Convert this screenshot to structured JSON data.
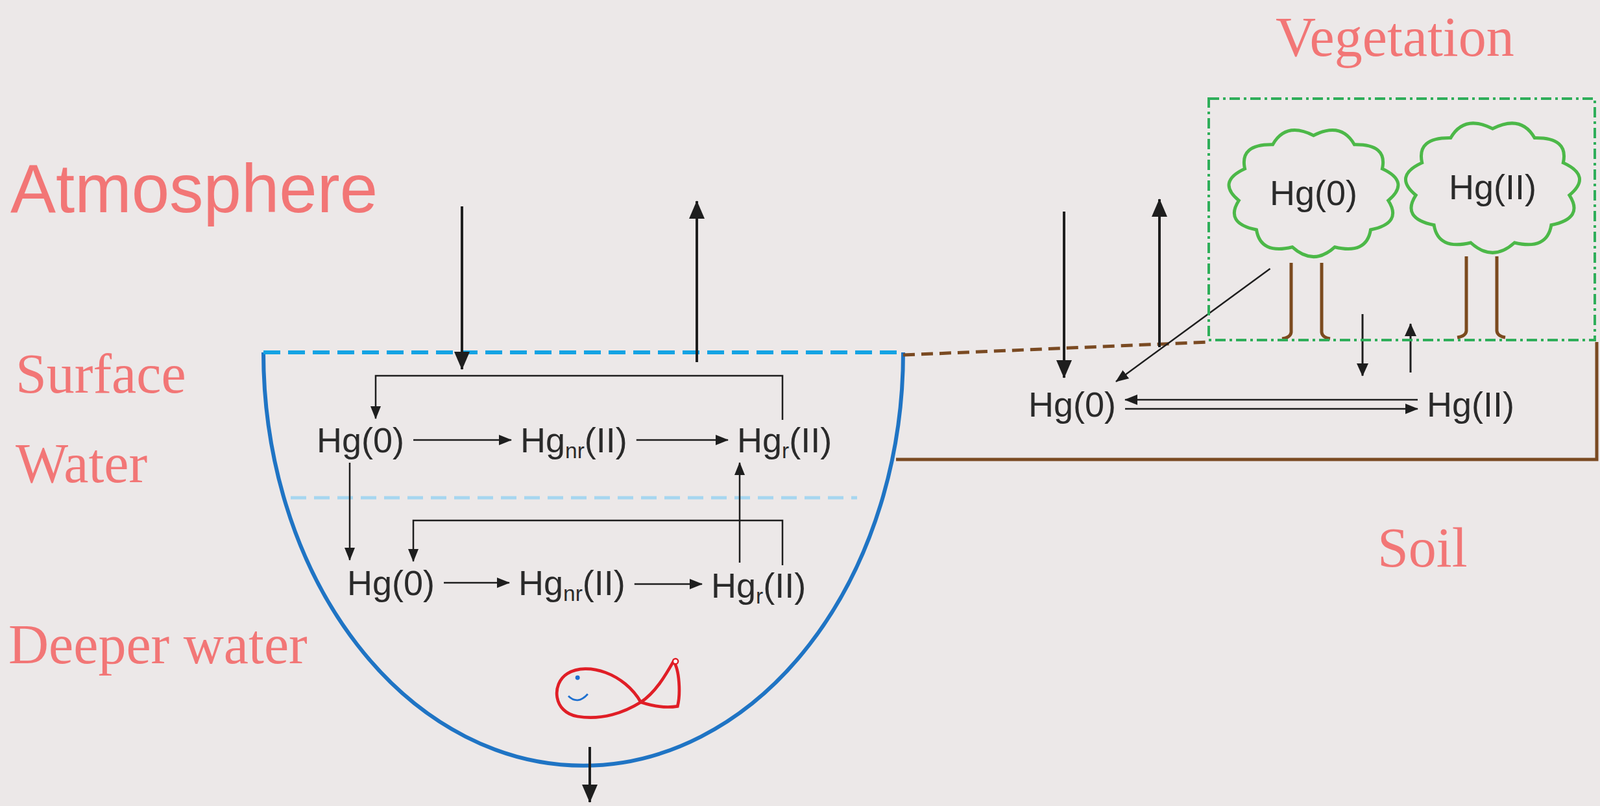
{
  "diagram": {
    "nodes": [
      {
        "text": [
          "Vegetation"
        ]
      },
      {
        "text": [
          "Hg(0)"
        ],
        "in": 0
      },
      {
        "text": [
          "Hg(II)"
        ],
        "in": 0
      },
      {
        "text": [
          "Hg(0)"
        ]
      },
      {
        "text": [
          "Hgnr(II)"
        ]
      },
      {
        "text": [
          "Hgr(II)"
        ]
      },
      {
        "text": [
          "Hg(0)"
        ]
      },
      {
        "text": [
          "Hgnr(II)"
        ]
      },
      {
        "text": [
          "Hgr(II)"
        ]
      },
      {
        "text": [
          "Hg(0)"
        ]
      },
      {
        "text": [
          "Hg(II)"
        ]
      }
    ],
    "edges": [
      {
        "from": 3,
        "to": 4,
        "arrow": "to"
      },
      {
        "from": 4,
        "to": 5,
        "arrow": "to"
      },
      {
        "from": 5,
        "to": 3,
        "arrow": "to"
      },
      {
        "from": 6,
        "to": 7,
        "arrow": "to"
      },
      {
        "from": 7,
        "to": 8,
        "arrow": "to"
      },
      {
        "from": 8,
        "to": 6,
        "arrow": "to"
      },
      {
        "from": 3,
        "to": 6,
        "arrow": "to"
      },
      {
        "from": 8,
        "to": 5,
        "arrow": "to"
      },
      {
        "from": 9,
        "to": 10,
        "arrow": "to"
      },
      {
        "from": 10,
        "to": 9,
        "arrow": "to"
      },
      {
        "from": 1,
        "to": 9,
        "arrow": "to"
      }
    ],
    "labels": [
      "Atmosphere",
      "Surface Water",
      "Deeper water",
      "Soil"
    ]
  }
}
